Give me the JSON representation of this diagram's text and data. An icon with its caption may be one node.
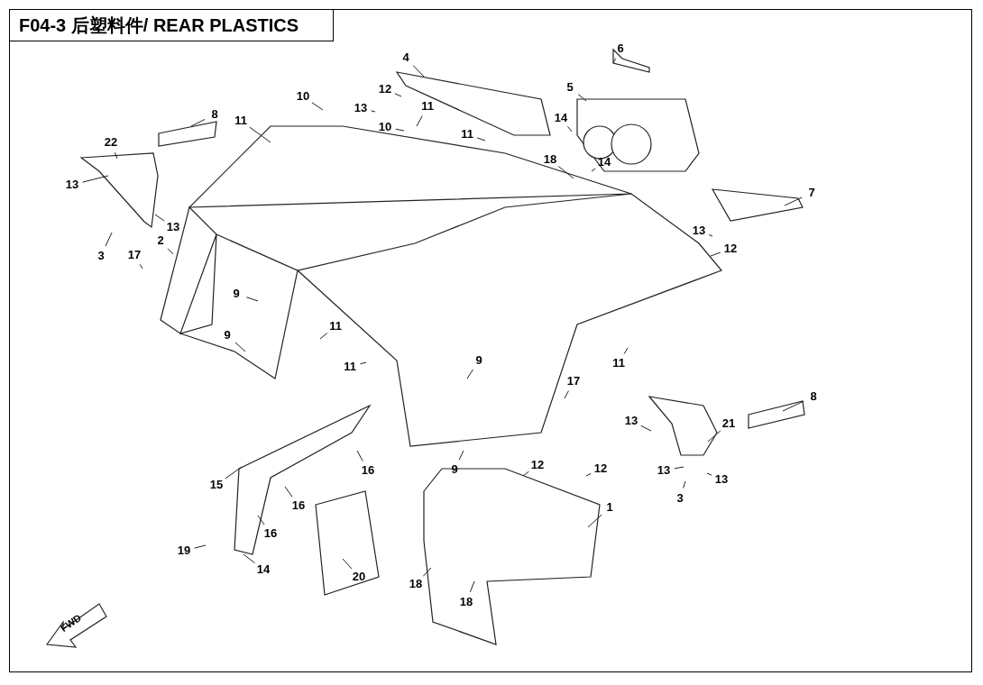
{
  "diagram": {
    "title": "F04-3 后塑料件/ REAR PLASTICS",
    "nodes": [
      {
        "text": [
          "6"
        ]
      },
      {
        "text": [
          "4"
        ]
      },
      {
        "text": [
          "5"
        ]
      },
      {
        "text": [
          "12"
        ]
      },
      {
        "text": [
          "10"
        ]
      },
      {
        "text": [
          "13"
        ]
      },
      {
        "text": [
          "8"
        ]
      },
      {
        "text": [
          "11"
        ]
      },
      {
        "text": [
          "14"
        ]
      },
      {
        "text": [
          "10"
        ]
      },
      {
        "text": [
          "11"
        ]
      },
      {
        "text": [
          "11"
        ]
      },
      {
        "text": [
          "22"
        ]
      },
      {
        "text": [
          "18"
        ]
      },
      {
        "text": [
          "14"
        ]
      },
      {
        "text": [
          "13"
        ]
      },
      {
        "text": [
          "7"
        ]
      },
      {
        "text": [
          "13"
        ]
      },
      {
        "text": [
          "13"
        ]
      },
      {
        "text": [
          "3"
        ]
      },
      {
        "text": [
          "2"
        ]
      },
      {
        "text": [
          "12"
        ]
      },
      {
        "text": [
          "17"
        ]
      },
      {
        "text": [
          "9"
        ]
      },
      {
        "text": [
          "11"
        ]
      },
      {
        "text": [
          "9"
        ]
      },
      {
        "text": [
          "11"
        ]
      },
      {
        "text": [
          "9"
        ]
      },
      {
        "text": [
          "11"
        ]
      },
      {
        "text": [
          "17"
        ]
      },
      {
        "text": [
          "8"
        ]
      },
      {
        "text": [
          "13"
        ]
      },
      {
        "text": [
          "21"
        ]
      },
      {
        "text": [
          "9"
        ]
      },
      {
        "text": [
          "12"
        ]
      },
      {
        "text": [
          "12"
        ]
      },
      {
        "text": [
          "16"
        ]
      },
      {
        "text": [
          "13"
        ]
      },
      {
        "text": [
          "13"
        ]
      },
      {
        "text": [
          "15"
        ]
      },
      {
        "text": [
          "3"
        ]
      },
      {
        "text": [
          "16"
        ]
      },
      {
        "text": [
          "1"
        ]
      },
      {
        "text": [
          "16"
        ]
      },
      {
        "text": [
          "19"
        ]
      },
      {
        "text": [
          "14"
        ]
      },
      {
        "text": [
          "20"
        ]
      },
      {
        "text": [
          "18"
        ]
      },
      {
        "text": [
          "18"
        ]
      }
    ],
    "edges": [
      {
        "from": 0,
        "to": null,
        "arrow": "none"
      },
      {
        "from": 1,
        "to": null,
        "arrow": "none"
      },
      {
        "from": 2,
        "to": null,
        "arrow": "none"
      },
      {
        "from": 3,
        "to": null,
        "arrow": "none"
      },
      {
        "from": 4,
        "to": null,
        "arrow": "none"
      },
      {
        "from": 5,
        "to": null,
        "arrow": "none"
      },
      {
        "from": 6,
        "to": null,
        "arrow": "none"
      },
      {
        "from": 7,
        "to": null,
        "arrow": "none"
      },
      {
        "from": 8,
        "to": null,
        "arrow": "none"
      },
      {
        "from": 9,
        "to": null,
        "arrow": "none"
      },
      {
        "from": 10,
        "to": null,
        "arrow": "none"
      },
      {
        "from": 11,
        "to": null,
        "arrow": "none"
      },
      {
        "from": 12,
        "to": null,
        "arrow": "none"
      },
      {
        "from": 13,
        "to": null,
        "arrow": "none"
      },
      {
        "from": 14,
        "to": null,
        "arrow": "none"
      },
      {
        "from": 15,
        "to": null,
        "arrow": "none"
      },
      {
        "from": 16,
        "to": null,
        "arrow": "none"
      },
      {
        "from": 17,
        "to": null,
        "arrow": "none"
      },
      {
        "from": 18,
        "to": null,
        "arrow": "none"
      },
      {
        "from": 19,
        "to": null,
        "arrow": "none"
      },
      {
        "from": 20,
        "to": null,
        "arrow": "none"
      },
      {
        "from": 21,
        "to": null,
        "arrow": "none"
      },
      {
        "from": 22,
        "to": null,
        "arrow": "none"
      },
      {
        "from": 23,
        "to": null,
        "arrow": "none"
      },
      {
        "from": 24,
        "to": null,
        "arrow": "none"
      },
      {
        "from": 25,
        "to": null,
        "arrow": "none"
      },
      {
        "from": 26,
        "to": null,
        "arrow": "none"
      },
      {
        "from": 27,
        "to": null,
        "arrow": "none"
      },
      {
        "from": 28,
        "to": null,
        "arrow": "none"
      },
      {
        "from": 29,
        "to": null,
        "arrow": "none"
      },
      {
        "from": 30,
        "to": null,
        "arrow": "none"
      },
      {
        "from": 31,
        "to": null,
        "arrow": "none"
      },
      {
        "from": 32,
        "to": null,
        "arrow": "none"
      },
      {
        "from": 33,
        "to": null,
        "arrow": "none"
      },
      {
        "from": 34,
        "to": null,
        "arrow": "none"
      },
      {
        "from": 35,
        "to": null,
        "arrow": "none"
      },
      {
        "from": 36,
        "to": null,
        "arrow": "none"
      },
      {
        "from": 37,
        "to": null,
        "arrow": "none"
      },
      {
        "from": 38,
        "to": null,
        "arrow": "none"
      },
      {
        "from": 39,
        "to": null,
        "arrow": "none"
      },
      {
        "from": 40,
        "to": null,
        "arrow": "none"
      },
      {
        "from": 41,
        "to": null,
        "arrow": "none"
      },
      {
        "from": 42,
        "to": null,
        "arrow": "none"
      },
      {
        "from": 43,
        "to": null,
        "arrow": "none"
      },
      {
        "from": 44,
        "to": null,
        "arrow": "none"
      },
      {
        "from": 45,
        "to": null,
        "arrow": "none"
      },
      {
        "from": 46,
        "to": null,
        "arrow": "none"
      },
      {
        "from": 47,
        "to": null,
        "arrow": "none"
      },
      {
        "from": 48,
        "to": null,
        "arrow": "none"
      }
    ],
    "labels": [
      "FWD"
    ]
  }
}
